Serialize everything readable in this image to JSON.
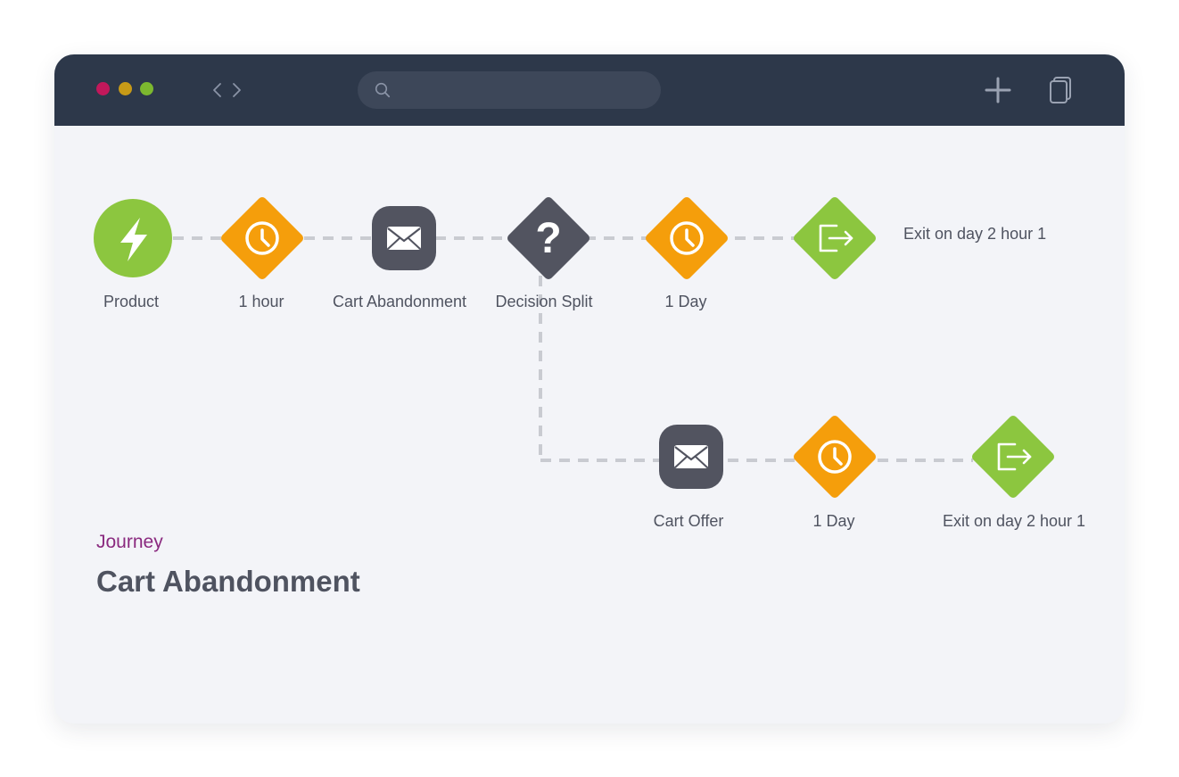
{
  "colors": {
    "titlebar": "#2d384a",
    "canvas": "#f3f4f8",
    "trigger_green": "#8cc63f",
    "wait_orange": "#f59e0b",
    "email_dark": "#525460",
    "exit_green": "#8cc63f",
    "connector": "#c9cbd1",
    "journey_kicker": "#8a2a7f"
  },
  "window_controls": [
    {
      "name": "close",
      "color": "#c2185b"
    },
    {
      "name": "minimize",
      "color": "#c79a17"
    },
    {
      "name": "maximize",
      "color": "#7cb82f"
    }
  ],
  "toolbar": {
    "back_icon": "chevron-left-icon",
    "forward_icon": "chevron-right-icon",
    "search": {
      "icon": "search-icon",
      "placeholder": "",
      "value": ""
    },
    "new_icon": "plus-icon",
    "copy_icon": "copy-icon"
  },
  "journey": {
    "kicker": "Journey",
    "title": "Cart Abandonment"
  },
  "flow": {
    "main_path": [
      {
        "type": "trigger",
        "icon": "lightning-icon",
        "label": "Product"
      },
      {
        "type": "wait",
        "icon": "clock-icon",
        "label": "1 hour"
      },
      {
        "type": "email",
        "icon": "envelope-icon",
        "label": "Cart Abandonment"
      },
      {
        "type": "decision",
        "icon": "question-icon",
        "label": "Decision Split"
      },
      {
        "type": "wait",
        "icon": "clock-icon",
        "label": "1 Day"
      },
      {
        "type": "exit",
        "icon": "exit-icon",
        "label": "Exit on day 2 hour 1"
      }
    ],
    "branch_path": [
      {
        "type": "email",
        "icon": "envelope-icon",
        "label": "Cart Offer"
      },
      {
        "type": "wait",
        "icon": "clock-icon",
        "label": "1 Day"
      },
      {
        "type": "exit",
        "icon": "exit-icon",
        "label": "Exit on day 2 hour 1"
      }
    ]
  }
}
